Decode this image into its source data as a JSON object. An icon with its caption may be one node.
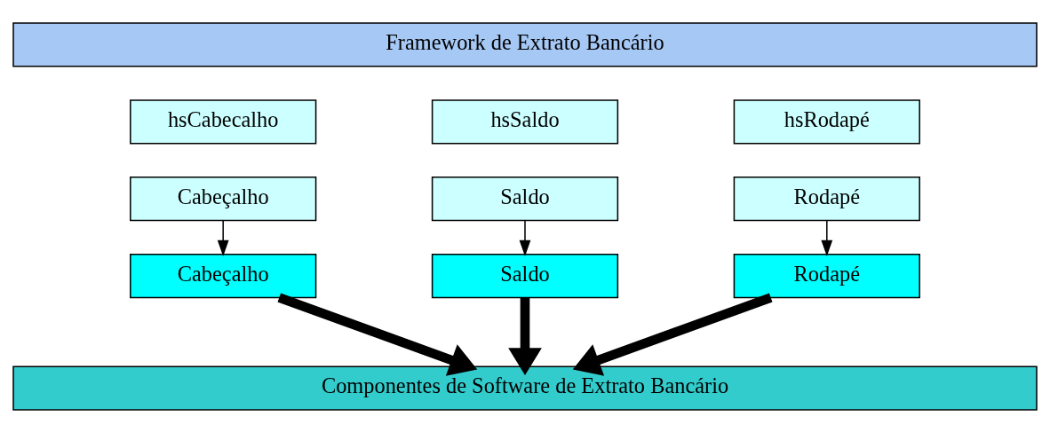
{
  "diagram": {
    "nodes": [
      {
        "text": [
          "Framework de Extrato Bancário"
        ]
      },
      {
        "text": [
          "hsCabecalho"
        ]
      },
      {
        "text": [
          "hsSaldo"
        ]
      },
      {
        "text": [
          "hsRodapé"
        ]
      },
      {
        "text": [
          "Cabeçalho"
        ]
      },
      {
        "text": [
          "Saldo"
        ]
      },
      {
        "text": [
          "Rodapé"
        ]
      },
      {
        "text": [
          "Cabeçalho"
        ]
      },
      {
        "text": [
          "Saldo"
        ]
      },
      {
        "text": [
          "Rodapé"
        ]
      },
      {
        "text": [
          "Componentes de Software de Extrato Bancário"
        ]
      }
    ],
    "edges": [
      {
        "from": 4,
        "to": 7,
        "arrow": "to"
      },
      {
        "from": 5,
        "to": 8,
        "arrow": "to"
      },
      {
        "from": 6,
        "to": 9,
        "arrow": "to"
      },
      {
        "from": 7,
        "to": 10,
        "arrow": "to",
        "style": "thick"
      },
      {
        "from": 8,
        "to": 10,
        "arrow": "to",
        "style": "thick"
      },
      {
        "from": 9,
        "to": 10,
        "arrow": "to",
        "style": "thick"
      }
    ]
  }
}
